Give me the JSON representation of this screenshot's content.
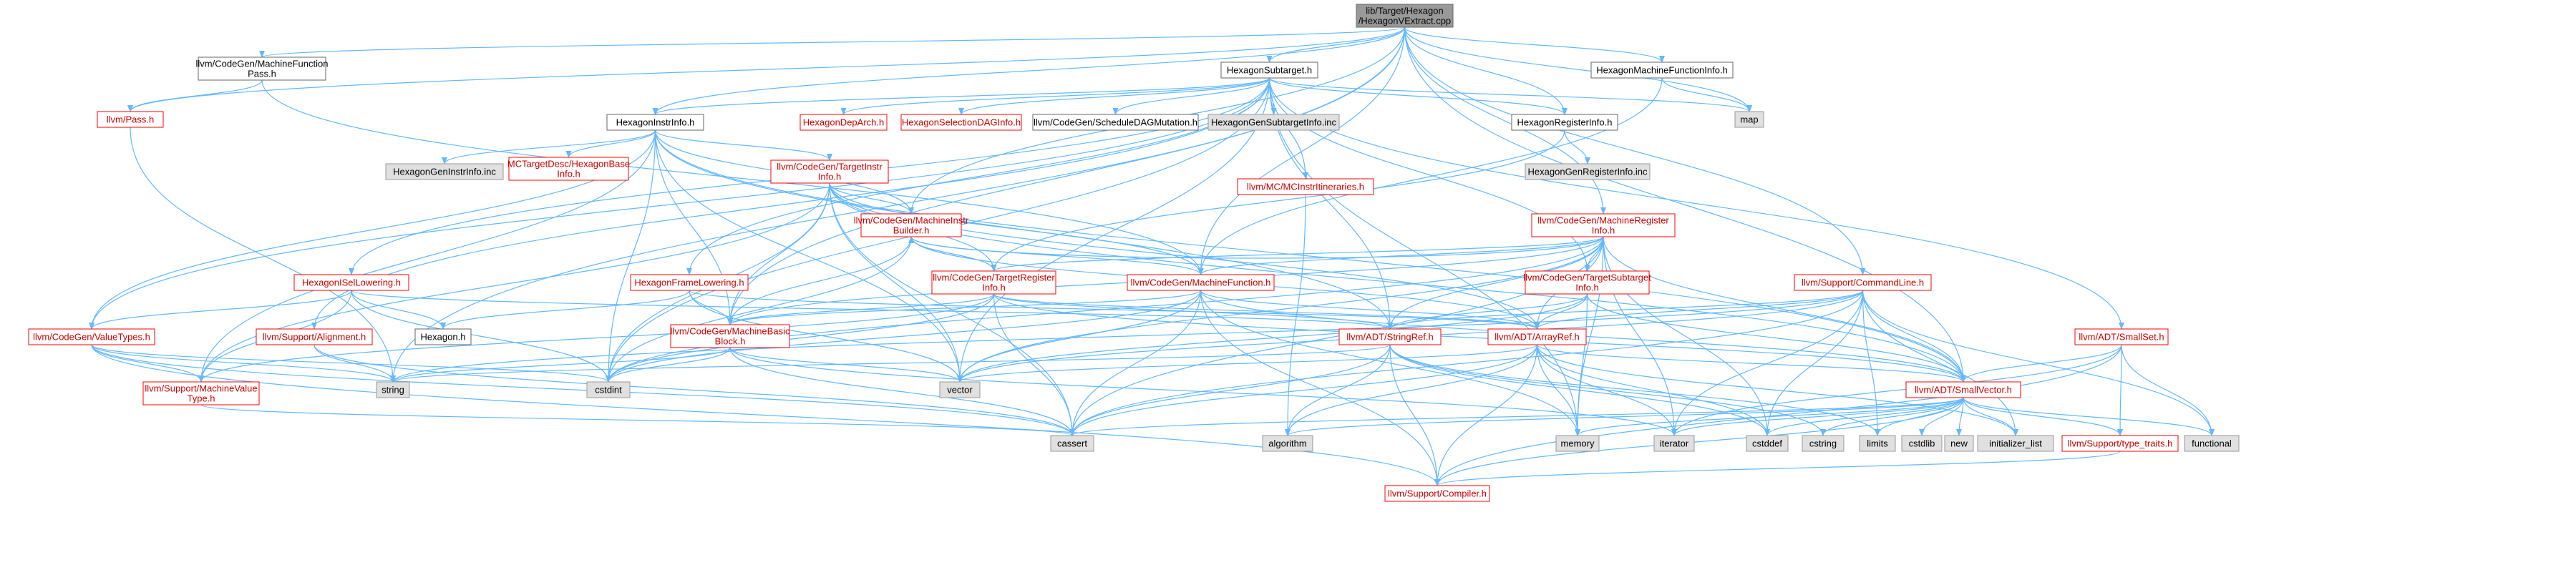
{
  "colors": {
    "root_fill": "#999999",
    "root_border": "#666666",
    "normal_fill": "#ffffff",
    "normal_border": "#666666",
    "normal_text": "#000000",
    "red_border": "#ff0000",
    "red_text": "#cc0000",
    "external_fill": "#e0e0e0",
    "external_border": "#999999",
    "edge": "#63b8ff",
    "background": "#ffffff"
  },
  "nodes": [
    {
      "id": "root",
      "lines": [
        "lib/Target/Hexagon",
        "/HexagonVExtract.cpp"
      ],
      "kind": "root"
    },
    {
      "id": "mfpass",
      "lines": [
        "llvm/CodeGen/MachineFunction",
        "Pass.h"
      ],
      "kind": "normal"
    },
    {
      "id": "pass",
      "lines": [
        "llvm/Pass.h"
      ],
      "kind": "red"
    },
    {
      "id": "subtarget",
      "lines": [
        "HexagonSubtarget.h"
      ],
      "kind": "normal"
    },
    {
      "id": "mfi",
      "lines": [
        "HexagonMachineFunctionInfo.h"
      ],
      "kind": "normal"
    },
    {
      "id": "map",
      "lines": [
        "map"
      ],
      "kind": "external"
    },
    {
      "id": "instrinfo",
      "lines": [
        "HexagonInstrInfo.h"
      ],
      "kind": "normal"
    },
    {
      "id": "deparch",
      "lines": [
        "HexagonDepArch.h"
      ],
      "kind": "red"
    },
    {
      "id": "seldag",
      "lines": [
        "HexagonSelectionDAGInfo.h"
      ],
      "kind": "red"
    },
    {
      "id": "schedmut",
      "lines": [
        "llvm/CodeGen/ScheduleDAGMutation.h"
      ],
      "kind": "normal"
    },
    {
      "id": "gensub",
      "lines": [
        "HexagonGenSubtargetInfo.inc"
      ],
      "kind": "external"
    },
    {
      "id": "reginfo",
      "lines": [
        "HexagonRegisterInfo.h"
      ],
      "kind": "normal"
    },
    {
      "id": "genreg",
      "lines": [
        "HexagonGenRegisterInfo.inc"
      ],
      "kind": "external"
    },
    {
      "id": "geninstr",
      "lines": [
        "HexagonGenInstrInfo.inc"
      ],
      "kind": "external"
    },
    {
      "id": "mcbase",
      "lines": [
        "MCTargetDesc/HexagonBase",
        "Info.h"
      ],
      "kind": "red"
    },
    {
      "id": "tii",
      "lines": [
        "llvm/CodeGen/TargetInstr",
        "Info.h"
      ],
      "kind": "red"
    },
    {
      "id": "mcitin",
      "lines": [
        "llvm/MC/MCInstrItineraries.h"
      ],
      "kind": "red"
    },
    {
      "id": "mri",
      "lines": [
        "llvm/CodeGen/MachineRegister",
        "Info.h"
      ],
      "kind": "red"
    },
    {
      "id": "iseloweringg",
      "lines": [
        "HexagonISelLowering.h"
      ],
      "kind": "red"
    },
    {
      "id": "mib",
      "lines": [
        "llvm/CodeGen/MachineInstr",
        "Builder.h"
      ],
      "kind": "red"
    },
    {
      "id": "framelow",
      "lines": [
        "HexagonFrameLowering.h"
      ],
      "kind": "red"
    },
    {
      "id": "tri",
      "lines": [
        "llvm/CodeGen/TargetRegister",
        "Info.h"
      ],
      "kind": "red"
    },
    {
      "id": "mf",
      "lines": [
        "llvm/CodeGen/MachineFunction.h"
      ],
      "kind": "red"
    },
    {
      "id": "tsi",
      "lines": [
        "llvm/CodeGen/TargetSubtarget",
        "Info.h"
      ],
      "kind": "red"
    },
    {
      "id": "cmdline",
      "lines": [
        "llvm/Support/CommandLine.h"
      ],
      "kind": "red"
    },
    {
      "id": "smallset",
      "lines": [
        "llvm/ADT/SmallSet.h"
      ],
      "kind": "red"
    },
    {
      "id": "valuetypes",
      "lines": [
        "llvm/CodeGen/ValueTypes.h"
      ],
      "kind": "red"
    },
    {
      "id": "alignment",
      "lines": [
        "llvm/Support/Alignment.h"
      ],
      "kind": "red"
    },
    {
      "id": "hexagonh",
      "lines": [
        "Hexagon.h"
      ],
      "kind": "normal"
    },
    {
      "id": "mbb",
      "lines": [
        "llvm/CodeGen/MachineBasic",
        "Block.h"
      ],
      "kind": "red"
    },
    {
      "id": "stringref",
      "lines": [
        "llvm/ADT/StringRef.h"
      ],
      "kind": "red"
    },
    {
      "id": "arrayref",
      "lines": [
        "llvm/ADT/ArrayRef.h"
      ],
      "kind": "red"
    },
    {
      "id": "mvt",
      "lines": [
        "llvm/Support/MachineValue",
        "Type.h"
      ],
      "kind": "red"
    },
    {
      "id": "string",
      "lines": [
        "string"
      ],
      "kind": "external"
    },
    {
      "id": "cstdint",
      "lines": [
        "cstdint"
      ],
      "kind": "external"
    },
    {
      "id": "vector",
      "lines": [
        "vector"
      ],
      "kind": "external"
    },
    {
      "id": "smallvector",
      "lines": [
        "llvm/ADT/SmallVector.h"
      ],
      "kind": "red"
    },
    {
      "id": "cassert",
      "lines": [
        "cassert"
      ],
      "kind": "external"
    },
    {
      "id": "algorithm",
      "lines": [
        "algorithm"
      ],
      "kind": "external"
    },
    {
      "id": "memory",
      "lines": [
        "memory"
      ],
      "kind": "external"
    },
    {
      "id": "iterator",
      "lines": [
        "iterator"
      ],
      "kind": "external"
    },
    {
      "id": "cstddef",
      "lines": [
        "cstddef"
      ],
      "kind": "external"
    },
    {
      "id": "cstring",
      "lines": [
        "cstring"
      ],
      "kind": "external"
    },
    {
      "id": "limits",
      "lines": [
        "limits"
      ],
      "kind": "external"
    },
    {
      "id": "cstdlib",
      "lines": [
        "cstdlib"
      ],
      "kind": "external"
    },
    {
      "id": "new",
      "lines": [
        "new"
      ],
      "kind": "external"
    },
    {
      "id": "initlist",
      "lines": [
        "initializer_list"
      ],
      "kind": "external"
    },
    {
      "id": "typetraits",
      "lines": [
        "llvm/Support/type_traits.h"
      ],
      "kind": "red"
    },
    {
      "id": "functional",
      "lines": [
        "functional"
      ],
      "kind": "external"
    },
    {
      "id": "compiler",
      "lines": [
        "llvm/Support/Compiler.h"
      ],
      "kind": "red"
    }
  ],
  "edges": [
    [
      "root",
      "mfpass"
    ],
    [
      "root",
      "pass"
    ],
    [
      "root",
      "subtarget"
    ],
    [
      "root",
      "mfi"
    ],
    [
      "root",
      "map"
    ],
    [
      "root",
      "instrinfo"
    ],
    [
      "root",
      "reginfo"
    ],
    [
      "root",
      "mib"
    ],
    [
      "root",
      "mri"
    ],
    [
      "root",
      "mbb"
    ],
    [
      "root",
      "mf"
    ],
    [
      "root",
      "cmdline"
    ],
    [
      "root",
      "smallvector"
    ],
    [
      "root",
      "string"
    ],
    [
      "mfpass",
      "pass"
    ],
    [
      "mfpass",
      "mf"
    ],
    [
      "pass",
      "string"
    ],
    [
      "subtarget",
      "deparch"
    ],
    [
      "subtarget",
      "seldag"
    ],
    [
      "subtarget",
      "schedmut"
    ],
    [
      "subtarget",
      "gensub"
    ],
    [
      "subtarget",
      "reginfo"
    ],
    [
      "subtarget",
      "instrinfo"
    ],
    [
      "subtarget",
      "mcitin"
    ],
    [
      "subtarget",
      "iseloweringg"
    ],
    [
      "subtarget",
      "framelow"
    ],
    [
      "subtarget",
      "tsi"
    ],
    [
      "subtarget",
      "smallset"
    ],
    [
      "subtarget",
      "alignment"
    ],
    [
      "subtarget",
      "stringref"
    ],
    [
      "subtarget",
      "memory"
    ],
    [
      "subtarget",
      "vector"
    ],
    [
      "subtarget",
      "map"
    ],
    [
      "subtarget",
      "valuetypes"
    ],
    [
      "subtarget",
      "cstdint"
    ],
    [
      "mfi",
      "map"
    ],
    [
      "mfi",
      "mf"
    ],
    [
      "reginfo",
      "genreg"
    ],
    [
      "reginfo",
      "tri"
    ],
    [
      "instrinfo",
      "geninstr"
    ],
    [
      "instrinfo",
      "mcbase"
    ],
    [
      "instrinfo",
      "tii"
    ],
    [
      "instrinfo",
      "mbb"
    ],
    [
      "instrinfo",
      "valuetypes"
    ],
    [
      "instrinfo",
      "mvt"
    ],
    [
      "instrinfo",
      "stringref"
    ],
    [
      "instrinfo",
      "cstdint"
    ],
    [
      "instrinfo",
      "vector"
    ],
    [
      "instrinfo",
      "smallvector"
    ],
    [
      "instrinfo",
      "mib"
    ],
    [
      "tii",
      "mib"
    ],
    [
      "tii",
      "mbb"
    ],
    [
      "tii",
      "mf"
    ],
    [
      "tii",
      "tri"
    ],
    [
      "tii",
      "arrayref"
    ],
    [
      "tii",
      "cassert"
    ],
    [
      "tii",
      "cstdint"
    ],
    [
      "tii",
      "vector"
    ],
    [
      "tii",
      "smallvector"
    ],
    [
      "tii",
      "mvt"
    ],
    [
      "mcitin",
      "algorithm"
    ],
    [
      "mri",
      "tri"
    ],
    [
      "mri",
      "tsi"
    ],
    [
      "mri",
      "mf"
    ],
    [
      "mri",
      "mbb"
    ],
    [
      "mri",
      "arrayref"
    ],
    [
      "mri",
      "smallvector"
    ],
    [
      "mri",
      "stringref"
    ],
    [
      "mri",
      "memory"
    ],
    [
      "mri",
      "vector"
    ],
    [
      "mri",
      "cassert"
    ],
    [
      "mri",
      "cstdint"
    ],
    [
      "mri",
      "iterator"
    ],
    [
      "mri",
      "cstddef"
    ],
    [
      "mri",
      "mib"
    ],
    [
      "iseloweringg",
      "hexagonh"
    ],
    [
      "iseloweringg",
      "valuetypes"
    ],
    [
      "iseloweringg",
      "mvt"
    ],
    [
      "iseloweringg",
      "cstdint"
    ],
    [
      "iseloweringg",
      "stringref"
    ],
    [
      "mib",
      "mf"
    ],
    [
      "mib",
      "mbb"
    ],
    [
      "mib",
      "tri"
    ],
    [
      "mib",
      "arrayref"
    ],
    [
      "mib",
      "cstdint"
    ],
    [
      "framelow",
      "hexagonh"
    ],
    [
      "framelow",
      "mbb"
    ],
    [
      "framelow",
      "vector"
    ],
    [
      "framelow",
      "arrayref"
    ],
    [
      "tri",
      "mbb"
    ],
    [
      "tri",
      "arrayref"
    ],
    [
      "tri",
      "smallvector"
    ],
    [
      "tri",
      "stringref"
    ],
    [
      "tri",
      "mvt"
    ],
    [
      "tri",
      "cassert"
    ],
    [
      "tri",
      "cstdint"
    ],
    [
      "mf",
      "arrayref"
    ],
    [
      "mf",
      "smallvector"
    ],
    [
      "mf",
      "mbb"
    ],
    [
      "mf",
      "vector"
    ],
    [
      "mf",
      "cassert"
    ],
    [
      "mf",
      "memory"
    ],
    [
      "mf",
      "compiler"
    ],
    [
      "mf",
      "cstdint"
    ],
    [
      "tsi",
      "arrayref"
    ],
    [
      "tsi",
      "smallvector"
    ],
    [
      "tsi",
      "stringref"
    ],
    [
      "tsi",
      "memory"
    ],
    [
      "tsi",
      "vector"
    ],
    [
      "cmdline",
      "arrayref"
    ],
    [
      "cmdline",
      "smallvector"
    ],
    [
      "cmdline",
      "stringref"
    ],
    [
      "cmdline",
      "functional"
    ],
    [
      "cmdline",
      "cassert"
    ],
    [
      "cmdline",
      "initlist"
    ],
    [
      "cmdline",
      "vector"
    ],
    [
      "cmdline",
      "string"
    ],
    [
      "cmdline",
      "cstddef"
    ],
    [
      "cmdline",
      "iterator"
    ],
    [
      "cmdline",
      "limits"
    ],
    [
      "smallset",
      "smallvector"
    ],
    [
      "smallset",
      "typetraits"
    ],
    [
      "smallset",
      "functional"
    ],
    [
      "smallset",
      "compiler"
    ],
    [
      "smallset",
      "iterator"
    ],
    [
      "valuetypes",
      "mvt"
    ],
    [
      "valuetypes",
      "compiler"
    ],
    [
      "valuetypes",
      "cassert"
    ],
    [
      "valuetypes",
      "cstdint"
    ],
    [
      "valuetypes",
      "string"
    ],
    [
      "alignment",
      "cassert"
    ],
    [
      "alignment",
      "string"
    ],
    [
      "mbb",
      "string"
    ],
    [
      "mbb",
      "cstdint"
    ],
    [
      "mbb",
      "vector"
    ],
    [
      "mbb",
      "cassert"
    ],
    [
      "mbb",
      "iterator"
    ],
    [
      "stringref",
      "compiler"
    ],
    [
      "stringref",
      "algorithm"
    ],
    [
      "stringref",
      "cassert"
    ],
    [
      "stringref",
      "cstddef"
    ],
    [
      "stringref",
      "cstring"
    ],
    [
      "stringref",
      "limits"
    ],
    [
      "stringref",
      "string"
    ],
    [
      "arrayref",
      "smallvector"
    ],
    [
      "arrayref",
      "compiler"
    ],
    [
      "arrayref",
      "algorithm"
    ],
    [
      "arrayref",
      "cassert"
    ],
    [
      "arrayref",
      "cstddef"
    ],
    [
      "arrayref",
      "initlist"
    ],
    [
      "arrayref",
      "iterator"
    ],
    [
      "arrayref",
      "memory"
    ],
    [
      "arrayref",
      "vector"
    ],
    [
      "mvt",
      "cassert"
    ],
    [
      "smallvector",
      "compiler"
    ],
    [
      "smallvector",
      "typetraits"
    ],
    [
      "smallvector",
      "algorithm"
    ],
    [
      "smallvector",
      "cassert"
    ],
    [
      "smallvector",
      "cstddef"
    ],
    [
      "smallvector",
      "cstdlib"
    ],
    [
      "smallvector",
      "cstring"
    ],
    [
      "smallvector",
      "functional"
    ],
    [
      "smallvector",
      "initlist"
    ],
    [
      "smallvector",
      "iterator"
    ],
    [
      "smallvector",
      "limits"
    ],
    [
      "smallvector",
      "memory"
    ],
    [
      "smallvector",
      "new"
    ],
    [
      "typetraits",
      "compiler"
    ]
  ]
}
